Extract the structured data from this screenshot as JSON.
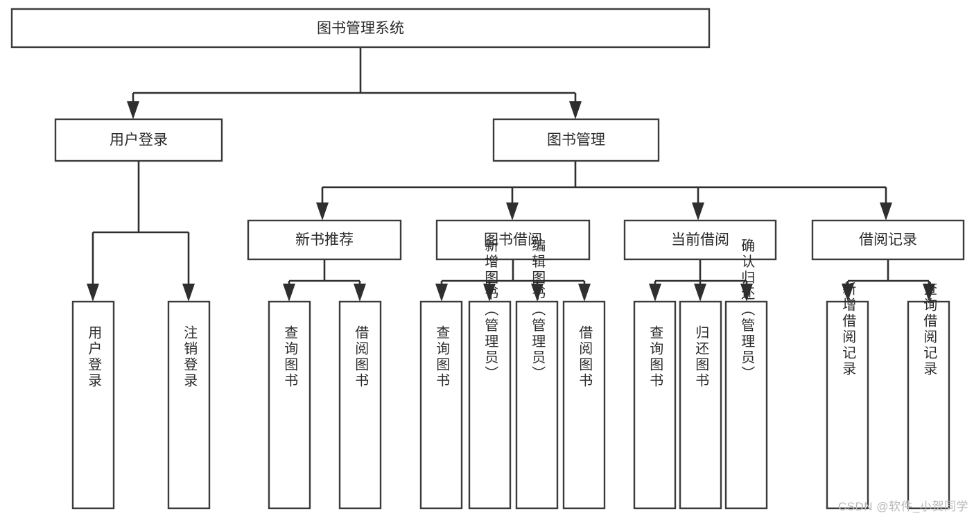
{
  "diagram": {
    "type": "tree-hierarchy",
    "title": "图书管理系统",
    "watermark": "CSDN @软件_小贺同学",
    "colors": {
      "box_stroke": "#3b3b3b",
      "box_fill": "#ffffff",
      "line": "#2f2f2f",
      "text": "#2b2b2b",
      "background": "#ffffff",
      "watermark": "#b9b9b9"
    },
    "levels": [
      {
        "level": 1,
        "nodes": [
          {
            "id": "root",
            "label": "图书管理系统",
            "orientation": "horizontal"
          }
        ]
      },
      {
        "level": 2,
        "nodes": [
          {
            "id": "user-login",
            "label": "用户登录",
            "orientation": "horizontal",
            "parent": "root"
          },
          {
            "id": "book-manage",
            "label": "图书管理",
            "orientation": "horizontal",
            "parent": "root"
          }
        ]
      },
      {
        "level": 3,
        "nodes": [
          {
            "id": "new-book-recommend",
            "label": "新书推荐",
            "orientation": "horizontal",
            "parent": "book-manage"
          },
          {
            "id": "book-borrow",
            "label": "图书借阅",
            "orientation": "horizontal",
            "parent": "book-manage"
          },
          {
            "id": "current-borrow",
            "label": "当前借阅",
            "orientation": "horizontal",
            "parent": "book-manage"
          },
          {
            "id": "borrow-record",
            "label": "借阅记录",
            "orientation": "horizontal",
            "parent": "book-manage"
          }
        ]
      },
      {
        "level": 4,
        "nodes": [
          {
            "id": "leaf-user-login",
            "label": "用户登录",
            "orientation": "vertical",
            "parent": "user-login"
          },
          {
            "id": "leaf-logout-login",
            "label": "注销登录",
            "orientation": "vertical",
            "parent": "user-login"
          },
          {
            "id": "leaf-query-book-1",
            "label": "查询图书",
            "orientation": "vertical",
            "parent": "new-book-recommend"
          },
          {
            "id": "leaf-borrow-book-1",
            "label": "借阅图书",
            "orientation": "vertical",
            "parent": "new-book-recommend"
          },
          {
            "id": "leaf-query-book-2",
            "label": "查询图书",
            "orientation": "vertical",
            "parent": "book-borrow"
          },
          {
            "id": "leaf-add-book",
            "label": "新增图书（管理员）",
            "orientation": "vertical",
            "parent": "book-borrow"
          },
          {
            "id": "leaf-edit-book",
            "label": "编辑图书（管理员）",
            "orientation": "vertical",
            "parent": "book-borrow"
          },
          {
            "id": "leaf-borrow-book-2",
            "label": "借阅图书",
            "orientation": "vertical",
            "parent": "book-borrow"
          },
          {
            "id": "leaf-query-book-3",
            "label": "查询图书",
            "orientation": "vertical",
            "parent": "current-borrow"
          },
          {
            "id": "leaf-return-book",
            "label": "归还图书",
            "orientation": "vertical",
            "parent": "current-borrow"
          },
          {
            "id": "leaf-confirm-return",
            "label": "确认归还（管理员）",
            "orientation": "vertical",
            "parent": "current-borrow"
          },
          {
            "id": "leaf-add-record",
            "label": "新增借阅记录",
            "orientation": "vertical",
            "parent": "borrow-record"
          },
          {
            "id": "leaf-query-record",
            "label": "查询借阅记录",
            "orientation": "vertical",
            "parent": "borrow-record"
          }
        ]
      }
    ]
  }
}
